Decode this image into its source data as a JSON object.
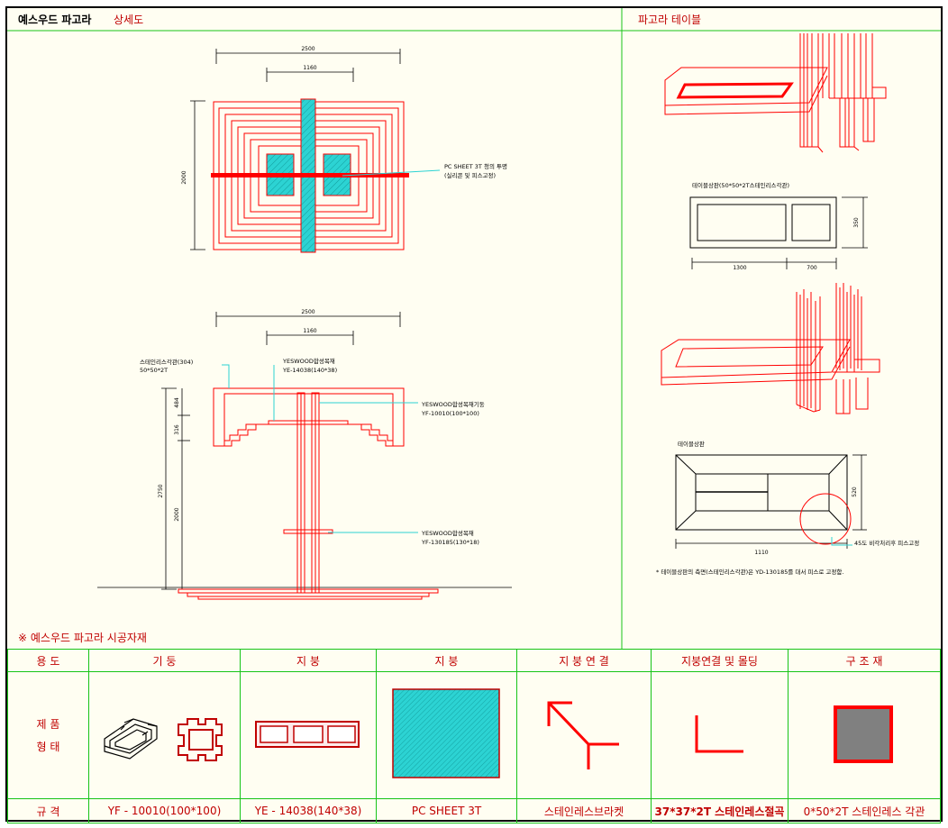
{
  "header": {
    "title_bold": "예스우드 파고라",
    "title_rest": "상세도",
    "right_title": "파고라 테이블"
  },
  "plan_view": {
    "dim_outer": "2500",
    "dim_inner": "1160",
    "dim_height": "2000",
    "note_line1": "PC SHEET 3T 청의 투명",
    "note_line2": "(실리콘 및 피스고정)"
  },
  "elevation_view": {
    "dim_outer": "2500",
    "dim_inner": "1160",
    "dim_total": "2750",
    "dim_a": "484",
    "dim_b": "316",
    "dim_c": "2000",
    "label_steel_1": "스테인리스각관(304)",
    "label_steel_2": "50*50*2T",
    "label_rafter_1": "YESWOOD합성목재",
    "label_rafter_2": "YE-14038(140*38)",
    "label_post_1": "YESWOOD합성목재기둥",
    "label_post_2": "YF-10010(100*100)",
    "label_bracket_1": "YESWOOD합성목재",
    "label_bracket_2": "YF-130185(130*18)"
  },
  "table_view": {
    "label_frame": "테이블상판(50*50*2T스테인리스각관)",
    "dim_w1": "1300",
    "dim_w2": "700",
    "dim_h": "350",
    "label_top": "테이블상판",
    "dim_top_h": "520",
    "dim_top_w": "1110",
    "corner_note": "45도 비각처리후 피스고정",
    "footnote": "* 테이블상판의 측면(스테인리스각관)은 YD-130185를 대서 피스로 고정함."
  },
  "materials_caption": "※ 예스우드 파고라 시공자재",
  "spec_table": {
    "headers": [
      "용 도",
      "기 둥",
      "지 붕",
      "지 붕",
      "지 붕 연 결",
      "지붕연결 및 몰딩",
      "구 조 재"
    ],
    "row_label_line1": "제 품",
    "row_label_line2": "형 태",
    "spec_label": "규 격",
    "specs": [
      "YF - 10010(100*100)",
      "YE - 14038(140*38)",
      "PC SHEET 3T",
      "스테인레스브라켓",
      "37*37*2T 스테인레스절곡",
      "0*50*2T 스테인레스 각관"
    ]
  },
  "colors": {
    "red": "#ff0000",
    "cyan": "#2cd3d3",
    "green": "#18c418",
    "paper": "#fffef2"
  }
}
